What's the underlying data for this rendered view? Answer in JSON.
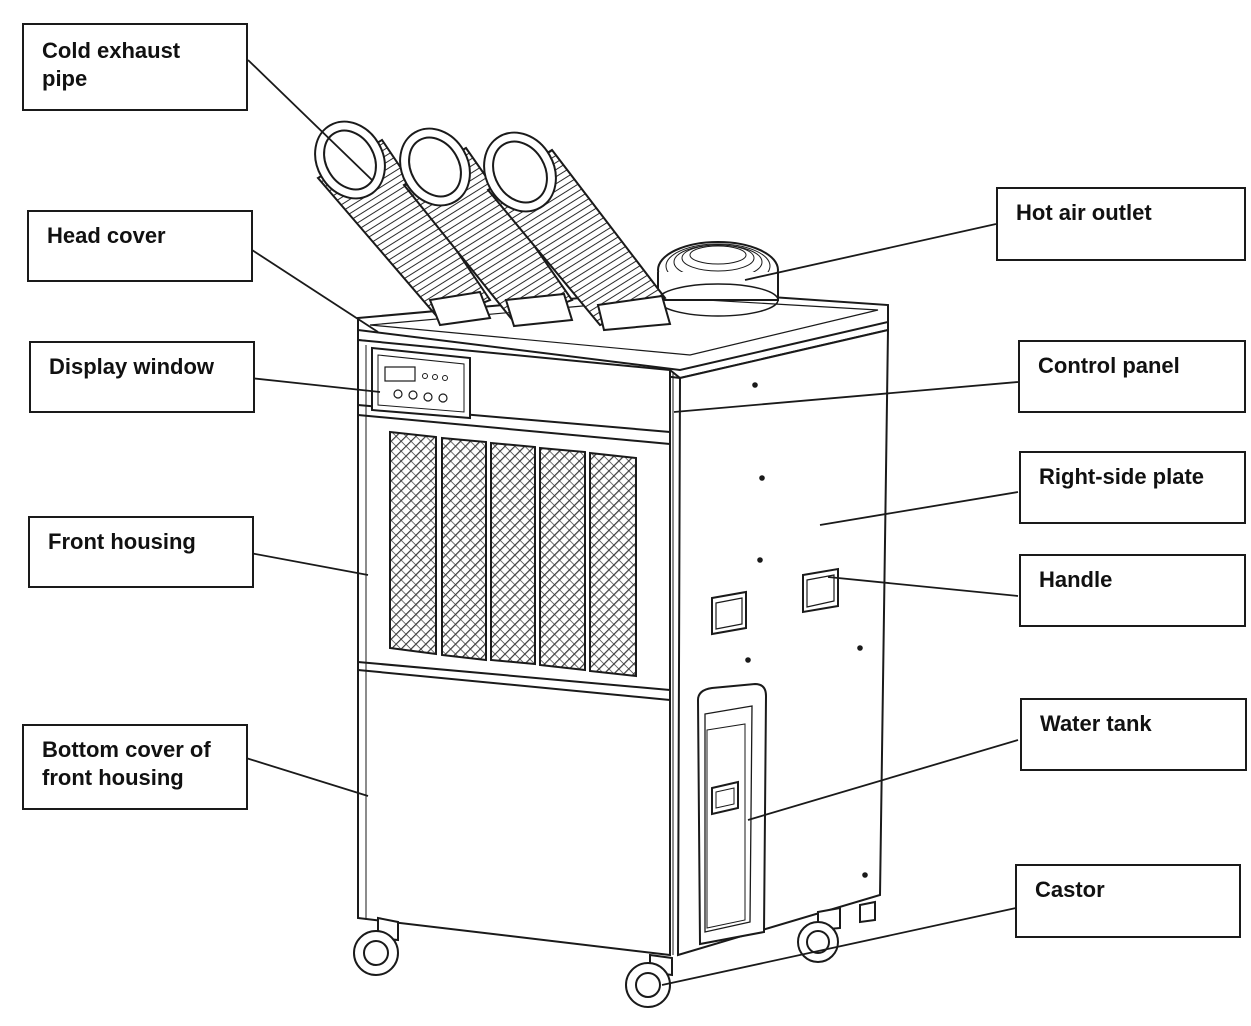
{
  "labels": {
    "cold_exhaust_pipe": "Cold exhaust pipe",
    "head_cover": "Head cover",
    "display_window": "Display window",
    "front_housing": "Front housing",
    "bottom_cover": "Bottom cover of front housing",
    "hot_air_outlet": "Hot air outlet",
    "control_panel": "Control panel",
    "right_side_plate": "Right-side plate",
    "handle": "Handle",
    "water_tank": "Water tank",
    "castor": "Castor"
  },
  "colors": {
    "line": "#1a1a1a",
    "background": "#ffffff"
  }
}
